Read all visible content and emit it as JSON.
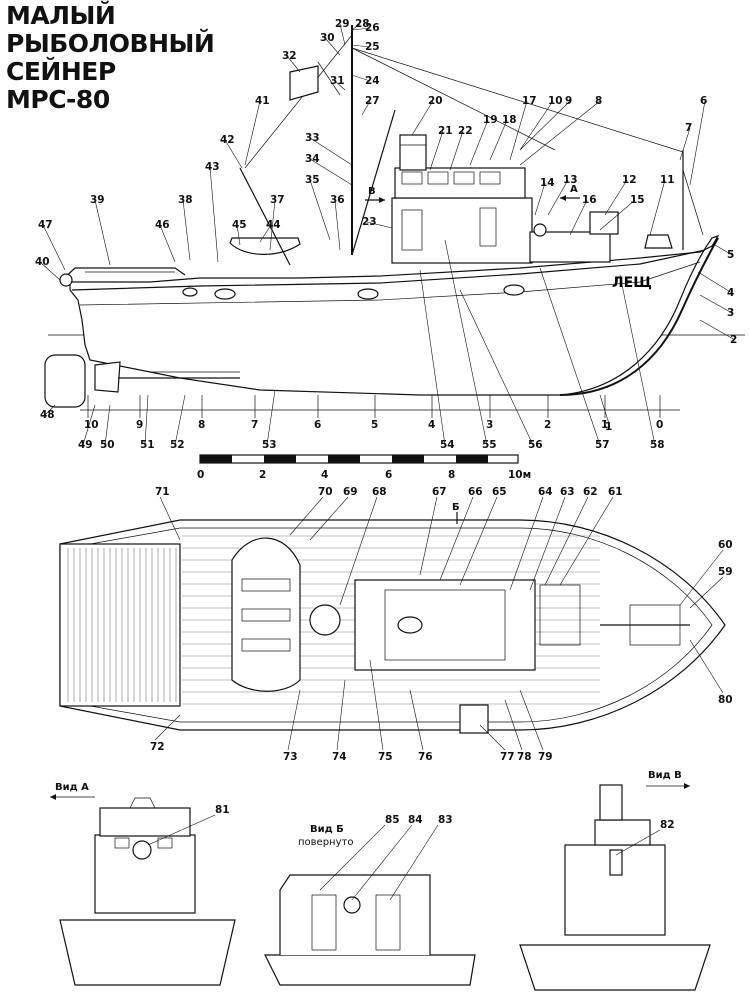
{
  "title": {
    "line1": "МАЛЫЙ",
    "line2": "РЫБОЛОВНЫЙ",
    "line3": "СЕЙНЕР",
    "line4": "МРС-80"
  },
  "hull_name": "ЛЕЩ",
  "scale": {
    "ticks": [
      "0",
      "2",
      "4",
      "6",
      "8",
      "10м"
    ]
  },
  "side_view": {
    "callouts": [
      "1",
      "2",
      "3",
      "4",
      "5",
      "6",
      "7",
      "8",
      "9",
      "10",
      "11",
      "12",
      "13",
      "14",
      "15",
      "16",
      "17",
      "18",
      "19",
      "20",
      "21",
      "22",
      "23",
      "24",
      "25",
      "26",
      "27",
      "28",
      "29",
      "30",
      "31",
      "32",
      "33",
      "34",
      "35",
      "36",
      "37",
      "38",
      "39",
      "40",
      "41",
      "42",
      "43",
      "44",
      "45",
      "46",
      "47",
      "48",
      "49",
      "50",
      "51",
      "52",
      "53",
      "54",
      "55",
      "56",
      "57",
      "58"
    ],
    "frame_numbers": [
      "10",
      "9",
      "8",
      "7",
      "6",
      "5",
      "4",
      "3",
      "2",
      "1",
      "0"
    ],
    "arrow_a": "А",
    "arrow_b": "В"
  },
  "plan_view": {
    "callouts": [
      "59",
      "60",
      "61",
      "62",
      "63",
      "64",
      "65",
      "66",
      "67",
      "68",
      "69",
      "70",
      "71",
      "72",
      "73",
      "74",
      "75",
      "76",
      "77",
      "78",
      "79",
      "80"
    ],
    "arrow_b": "Б"
  },
  "views": {
    "a": {
      "label": "Вид А",
      "callouts": [
        "81"
      ]
    },
    "b": {
      "label": "Вид Б",
      "sublabel": "повернуто",
      "callouts": [
        "83",
        "84",
        "85"
      ]
    },
    "v": {
      "label": "Вид В",
      "callouts": [
        "82"
      ]
    }
  }
}
